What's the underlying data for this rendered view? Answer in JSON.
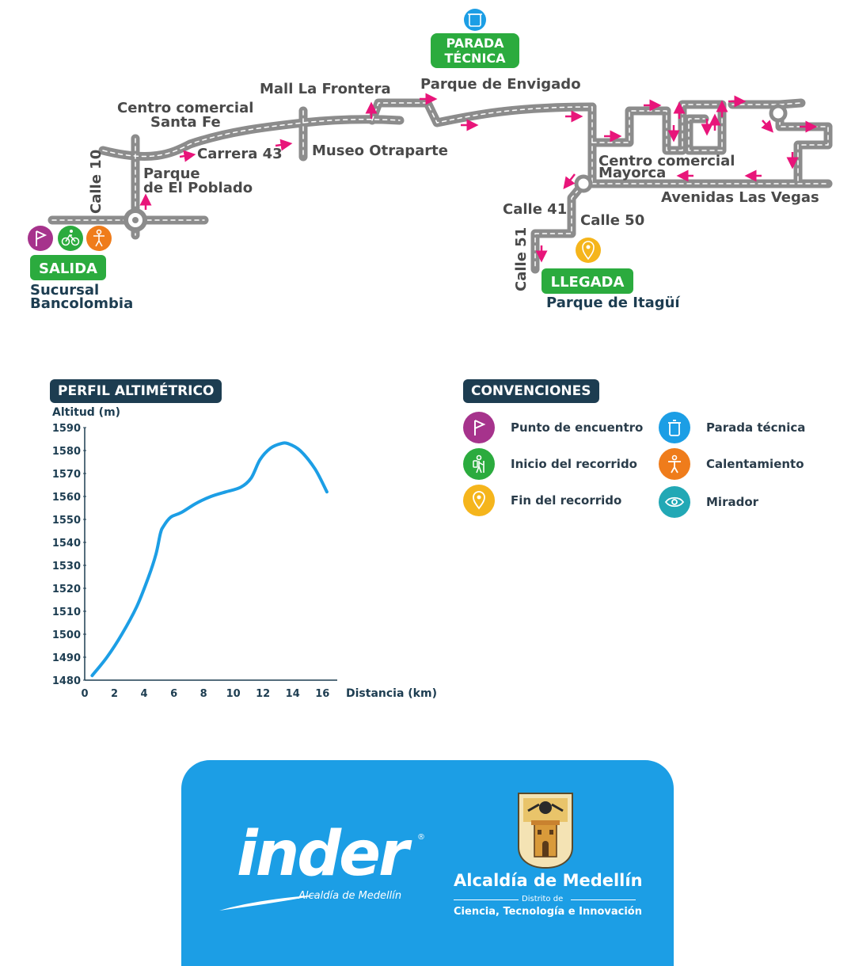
{
  "map": {
    "streets": {
      "calle_10": "Calle 10",
      "carrera_43": "Carrera 43",
      "calle_41": "Calle 41",
      "calle_50": "Calle 50",
      "calle_51": "Calle 51",
      "avenidas_las_vegas": "Avenidas Las Vegas"
    },
    "places": {
      "cc_santa_fe_1": "Centro comercial",
      "cc_santa_fe_2": "Santa Fe",
      "parque_poblado_1": "Parque",
      "parque_poblado_2": "de El Poblado",
      "mall_frontera": "Mall La Frontera",
      "museo_otraparte": "Museo Otraparte",
      "parque_envigado": "Parque de Envigado",
      "cc_mayorca_1": "Centro comercial",
      "cc_mayorca_2": "Mayorca",
      "sucursal_1": "Sucursal",
      "sucursal_2": "Bancolombia",
      "parque_itagui": "Parque de Itagüí"
    },
    "badges": {
      "salida": "SALIDA",
      "llegada": "LLEGADA",
      "parada_1": "PARADA",
      "parada_2": "TÉCNICA"
    },
    "colors": {
      "route": "#8c8c8c",
      "route_dash": "#ffffff",
      "arrow": "#e8157a",
      "badge": "#2bab3e"
    }
  },
  "profile": {
    "title": "PERFIL ALTIMÉTRICO",
    "y_axis_label": "Altitud (m)",
    "x_axis_label": "Distancia (km)",
    "color": "#1c9ee5"
  },
  "chart_data": {
    "type": "line",
    "title": "PERFIL ALTIMÉTRICO",
    "xlabel": "Distancia (km)",
    "ylabel": "Altitud (m)",
    "xlim": [
      0,
      17
    ],
    "ylim": [
      1480,
      1590
    ],
    "y_ticks": [
      1480,
      1490,
      1500,
      1510,
      1520,
      1530,
      1540,
      1550,
      1560,
      1570,
      1580,
      1590
    ],
    "x_ticks": [
      0,
      2,
      4,
      6,
      8,
      10,
      12,
      14,
      16
    ],
    "x_tick_labels": [
      "0",
      "2",
      "4",
      "6",
      "8",
      "10",
      "12",
      "14",
      "16"
    ],
    "grid": false,
    "series": [
      {
        "x": [
          0.5,
          1.5,
          2.5,
          3.5,
          4.3,
          4.8,
          5.1,
          5.3,
          5.8,
          6.5,
          7.5,
          8.5,
          9.5,
          10.5,
          11.2,
          11.8,
          12.5,
          13.2,
          13.7,
          14.5,
          15.5,
          16.3
        ],
        "y": [
          1482,
          1490,
          1500,
          1512,
          1525,
          1535,
          1544,
          1547,
          1551,
          1553,
          1557,
          1560,
          1562,
          1564,
          1568,
          1576,
          1581,
          1583,
          1583,
          1580,
          1572,
          1562
        ]
      }
    ]
  },
  "legend": {
    "title": "CONVENCIONES",
    "items": [
      {
        "label": "Punto de encuentro",
        "icon": "flag-icon",
        "color": "#a6338c"
      },
      {
        "label": "Inicio del recorrido",
        "icon": "hiker-icon",
        "color": "#2bab3e"
      },
      {
        "label": "Fin del recorrido",
        "icon": "pin-icon",
        "color": "#f5b51c"
      },
      {
        "label": "Parada técnica",
        "icon": "trash-can-icon",
        "color": "#1c9ee5"
      },
      {
        "label": "Calentamiento",
        "icon": "stretching-icon",
        "color": "#ef7c1b"
      },
      {
        "label": "Mirador",
        "icon": "eye-icon",
        "color": "#22a8b5"
      }
    ]
  },
  "footer": {
    "inder": "inder",
    "inder_sub": "Alcaldía de Medellín",
    "registered": "®",
    "alcaldia": "Alcaldía de Medellín",
    "distrito": "Distrito de",
    "ciencia": "Ciencia, Tecnología e Innovación",
    "background": "#1c9ee5"
  }
}
